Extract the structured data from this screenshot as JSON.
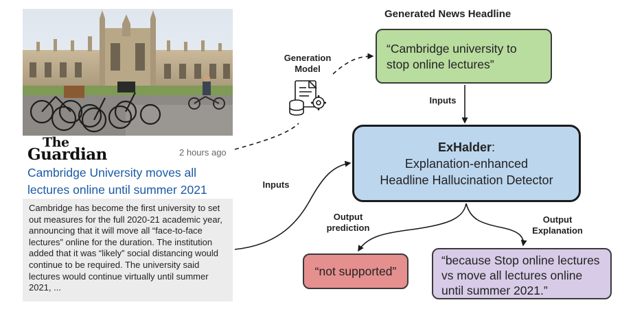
{
  "card": {
    "publisher_line1": "The",
    "publisher_line2": "Guardian",
    "timestamp": "2 hours ago",
    "headline": "Cambridge University moves all lectures online until summer 2021",
    "body": "Cambridge has become the first university to set out measures for the full 2020-21 academic year, announcing that it will move all “face-to-face lectures” online for the duration. The institution added that it was “likely” social distancing would continue to be required. The university said lectures would continue virtually until summer 2021, ..."
  },
  "diagram": {
    "section_title": "Generated News Headline",
    "generation_model_line1": "Generation",
    "generation_model_line2": "Model",
    "generated_headline": "“Cambridge university to stop online lectures”",
    "inputs_top": "Inputs",
    "inputs_left": "Inputs",
    "detector_name": "ExHalder",
    "detector_colon": ":",
    "detector_line2": "Explanation-enhanced",
    "detector_line3": "Headline Hallucination Detector",
    "output_prediction_line1": "Output",
    "output_prediction_line2": "prediction",
    "output_explanation_line1": "Output",
    "output_explanation_line2": "Explanation",
    "prediction": "“not supported”",
    "explanation": "“because Stop online lectures vs move all lectures online until summer 2021.”"
  },
  "colors": {
    "headline_link": "#1a5aa5",
    "generated_headline_box": "#b9dc9f",
    "detector_box": "#bcd6ee",
    "prediction_box": "#e58f8f",
    "explanation_box": "#d7cbe7",
    "body_box": "#ececec"
  },
  "icons": {
    "generation_model": "document-gear-icon"
  }
}
